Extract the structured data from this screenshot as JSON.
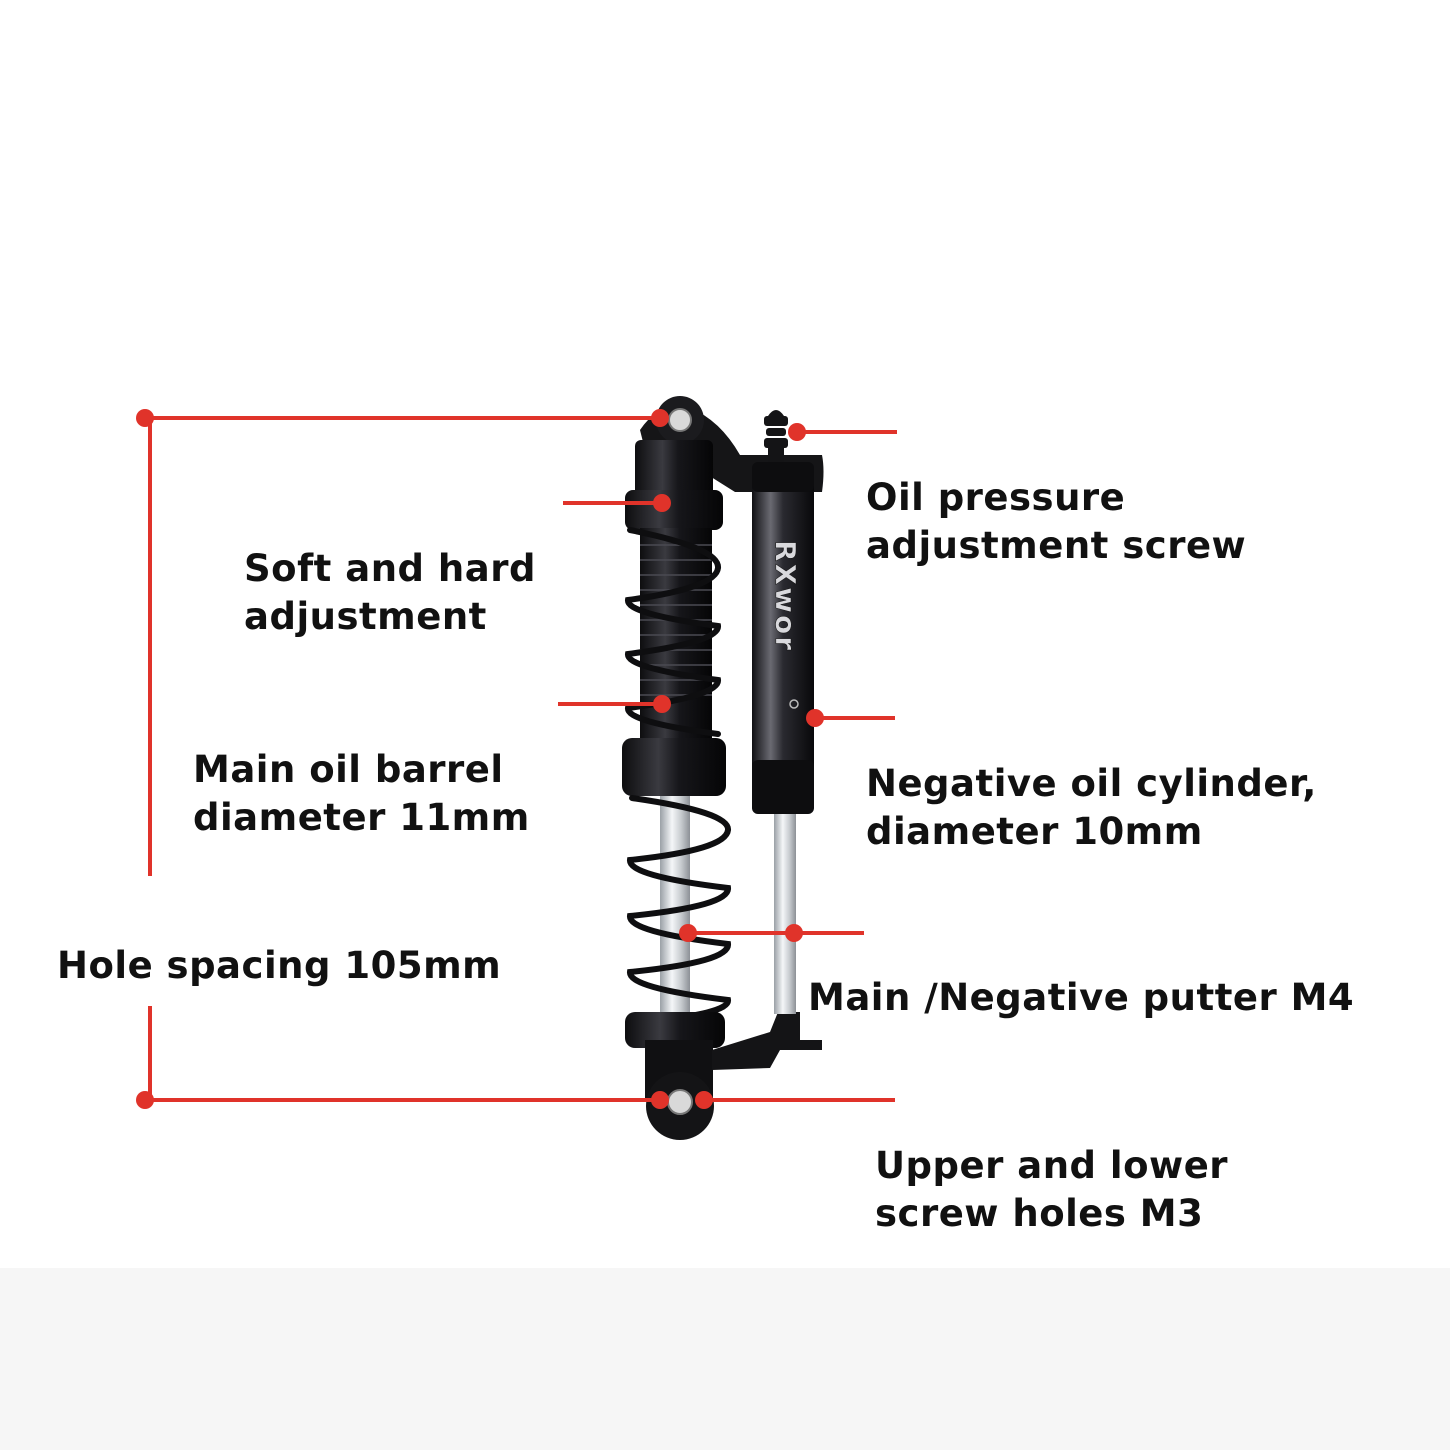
{
  "colors": {
    "callout": "#e0332a",
    "text": "#111111",
    "body": "#1c1c1e",
    "background": "#ffffff"
  },
  "logo_text": "RXwor",
  "labels": {
    "soft_hard": [
      "Soft and hard",
      "adjustment"
    ],
    "main_barrel": [
      "Main oil barrel",
      "diameter 11mm"
    ],
    "hole_spacing": "Hole spacing 105mm",
    "oil_pressure": [
      "Oil pressure",
      "adjustment screw"
    ],
    "negative_cylinder": [
      "Negative oil cylinder,",
      "diameter 10mm"
    ],
    "putter": "Main /Negative putter M4",
    "screw_holes": [
      "Upper and lower",
      "screw holes M3"
    ]
  }
}
